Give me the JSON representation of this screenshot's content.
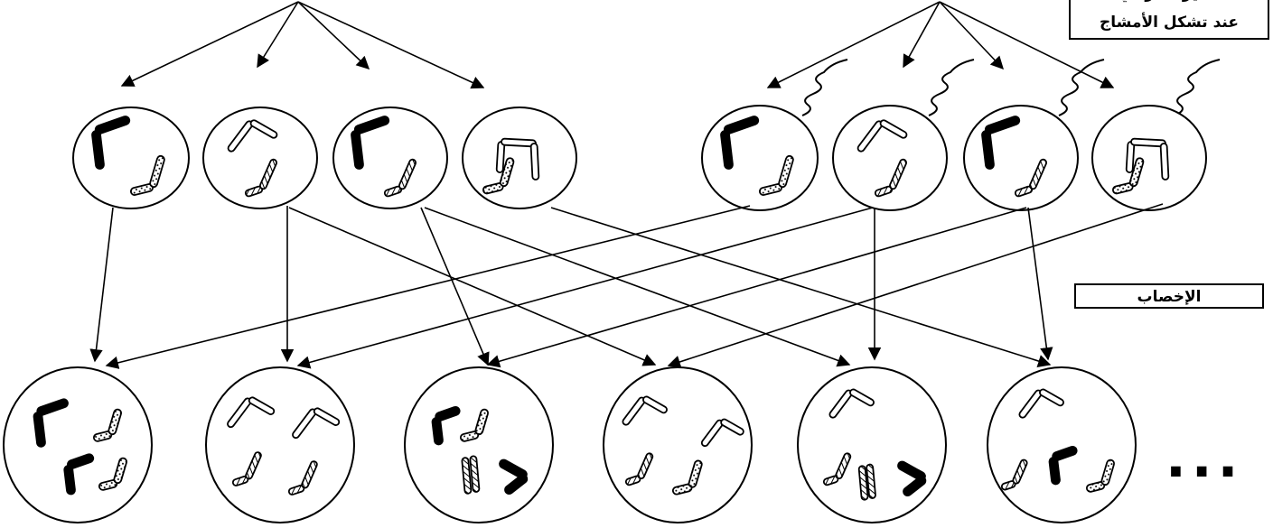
{
  "labels": {
    "meiosis_line1": "تمايز اختزالي",
    "meiosis_line2": "عند تشكل الأمشاج",
    "fertilization": "الإخصاب",
    "ellipsis": "..."
  },
  "colors": {
    "stroke": "#000000",
    "background": "#ffffff"
  }
}
